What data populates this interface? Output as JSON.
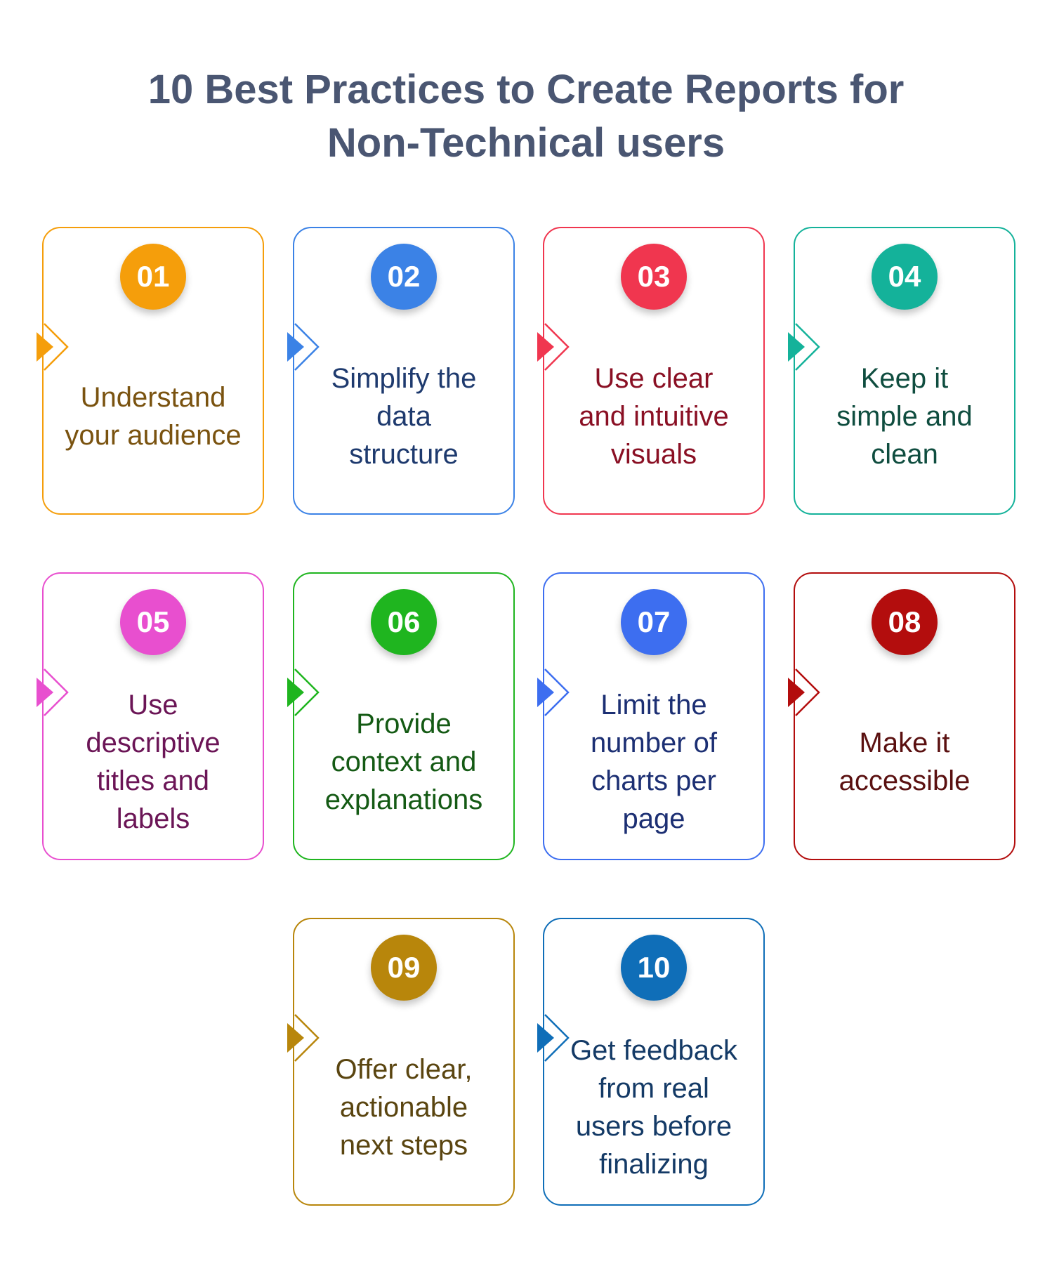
{
  "title": {
    "line1": "10 Best Practices to Create Reports for",
    "line2": "Non-Technical users"
  },
  "cards": [
    {
      "number": "01",
      "color": "#f59e0b",
      "text_color": "#7a5310",
      "lines": [
        "Understand",
        "your audience"
      ]
    },
    {
      "number": "02",
      "color": "#3b82e6",
      "text_color": "#1e3a6e",
      "lines": [
        "Simplify the",
        "data",
        "structure"
      ]
    },
    {
      "number": "03",
      "color": "#f0364f",
      "text_color": "#8a1024",
      "lines": [
        "Use clear",
        "and intuitive",
        "visuals"
      ]
    },
    {
      "number": "04",
      "color": "#14b29a",
      "text_color": "#0f4d3f",
      "lines": [
        "Keep it",
        "simple and",
        "clean"
      ]
    },
    {
      "number": "05",
      "color": "#e84fcf",
      "text_color": "#6b1556",
      "lines": [
        "Use",
        "descriptive",
        "titles and",
        "labels"
      ]
    },
    {
      "number": "06",
      "color": "#1fb51f",
      "text_color": "#145a14",
      "lines": [
        "Provide",
        "context and",
        "explanations"
      ]
    },
    {
      "number": "07",
      "color": "#3d6ef0",
      "text_color": "#1c2f73",
      "lines": [
        "Limit the",
        "number of",
        "charts per",
        "page"
      ]
    },
    {
      "number": "08",
      "color": "#b30d0d",
      "text_color": "#5a1010",
      "lines": [
        "Make it",
        "accessible"
      ]
    },
    {
      "number": "09",
      "color": "#b8860b",
      "text_color": "#5a4510",
      "lines": [
        "Offer clear,",
        "actionable",
        "next steps"
      ]
    },
    {
      "number": "10",
      "color": "#0f6eb8",
      "text_color": "#143a66",
      "lines": [
        "Get feedback",
        "from real",
        "users before",
        "finalizing"
      ]
    }
  ]
}
